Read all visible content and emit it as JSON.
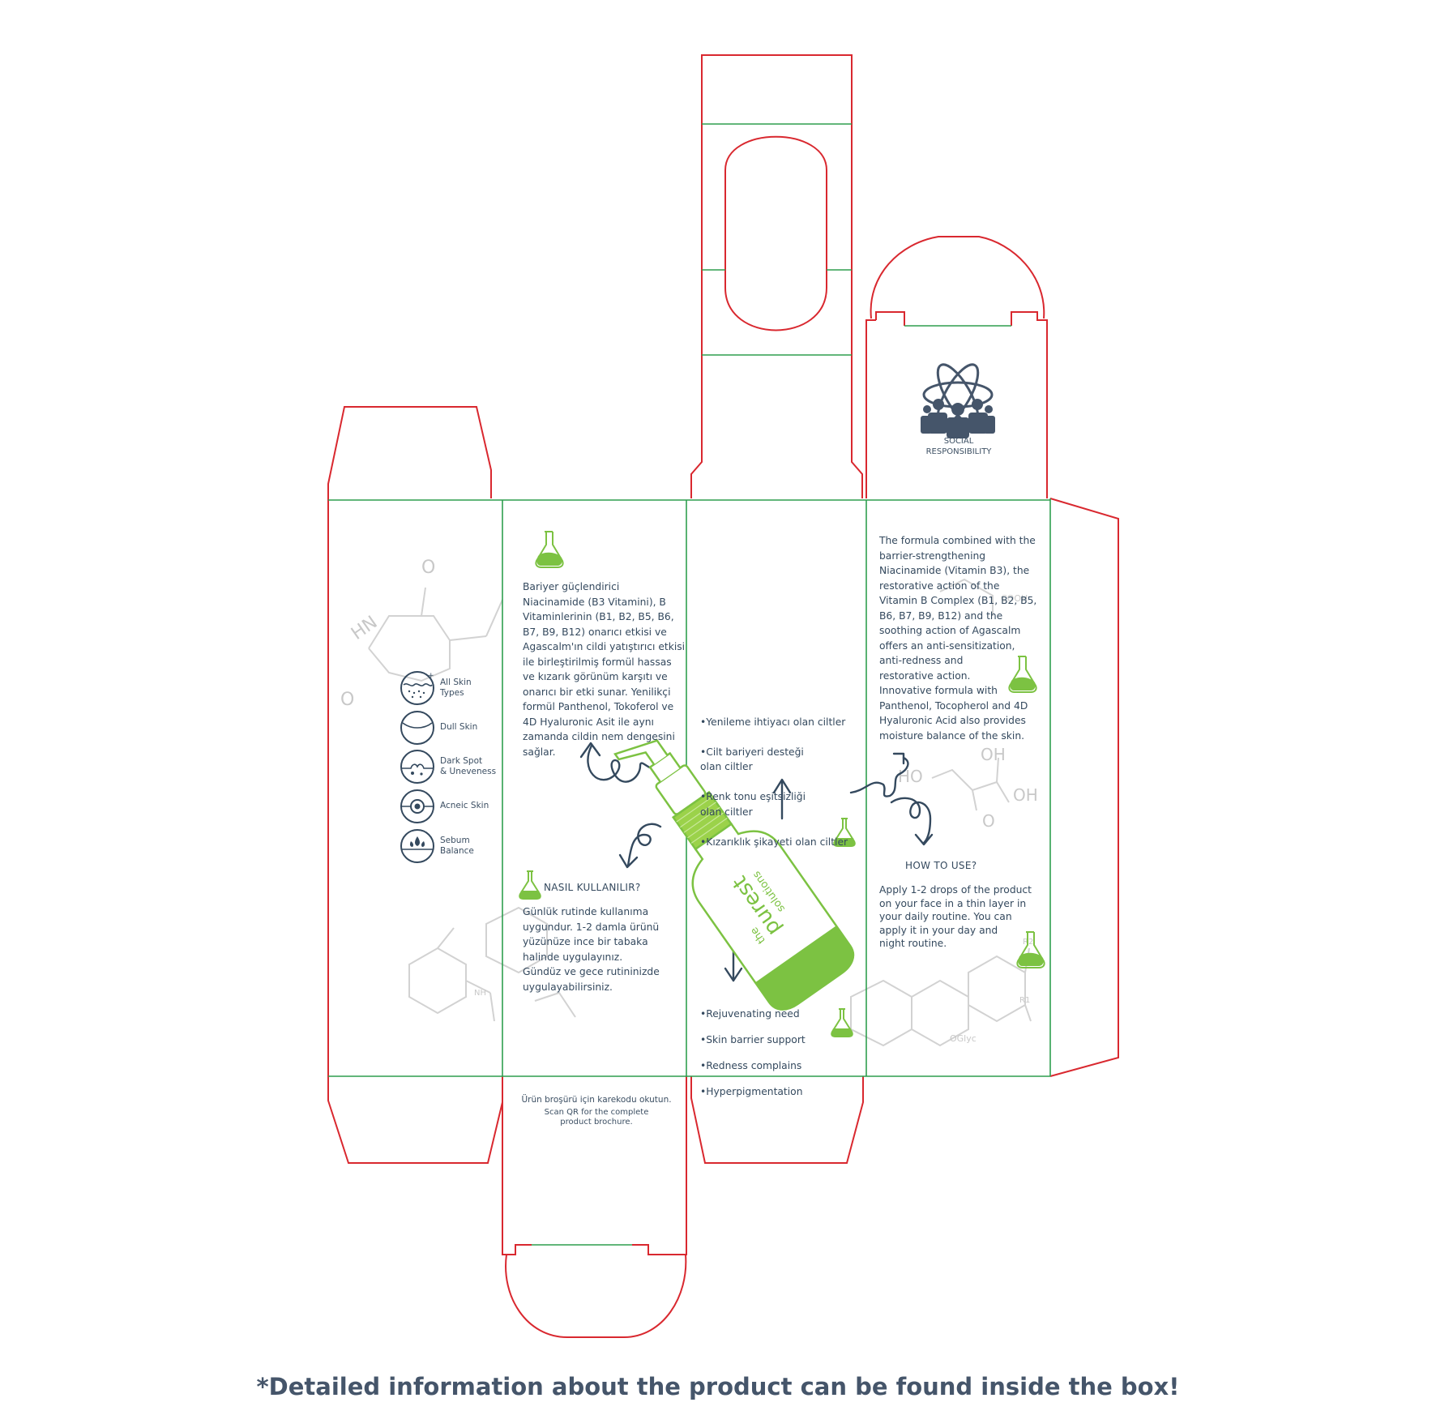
{
  "colors": {
    "cut_line": "#d9282f",
    "fold_line": "#2e9e4f",
    "ink": "#34495e",
    "accent_green": "#7cc242",
    "watermark": "#c8c8c8"
  },
  "left_panel": {
    "skin_types": [
      {
        "label": "All Skin\nTypes",
        "icon": "textured-skin-icon"
      },
      {
        "label": "Dull Skin",
        "icon": "dull-skin-icon"
      },
      {
        "label": "Dark Spot\n& Uneveness",
        "icon": "dark-spot-icon"
      },
      {
        "label": "Acneic Skin",
        "icon": "acne-icon"
      },
      {
        "label": "Sebum\nBalance",
        "icon": "sebum-icon"
      }
    ]
  },
  "turkish_panel": {
    "description": "Bariyer güçlendirici\nNiacinamide (B3 Vitamini), B\nVitaminlerinin (B1, B2, B5, B6,\nB7, B9, B12) onarıcı etkisi ve\nAgascalm'ın cildi yatıştırıcı etkisi\nile birleştirilmiş formül hassas\nve kızarık görünüm karşıtı ve\nonarıcı bir etki sunar. Yenilikçi\nformül Panthenol, Tokoferol ve\n4D Hyaluronic Asit ile aynı\nzamanda cildin nem dengesini\nsağlar.",
    "how_to_title": "NASIL KULLANILIR?",
    "how_to_text": "Günlük rutinde kullanıma\nuygundur. 1-2 damla ürünü\nyüzünüze ince bir tabaka\nhalinde uygulayınız.\nGündüz ve gece rutininizde\nuygulayabilirsiniz."
  },
  "bottom_flap": {
    "qr_tr": "Ürün broşürü için karekodu okutun.",
    "qr_en": "Scan QR for the complete\nproduct brochure."
  },
  "front_panel": {
    "bullets_tr": [
      "•Yenileme ihtiyacı olan ciltler",
      "•Cilt bariyeri desteği\nolan ciltler",
      "•Renk tonu eşitsizliği\nolan ciltler",
      "•Kızarıklık şikayeti olan ciltler"
    ],
    "bullets_en": [
      "•Rejuvenating need",
      "•Skin barrier support",
      "•Redness complains",
      "•Hyperpigmentation"
    ],
    "brand": {
      "line1": "the",
      "line2": "purest",
      "line3": "solutions"
    }
  },
  "top_lid": {
    "badge_label": "SOCIAL\nRESPONSIBILITY",
    "badge_icon": "atom-people-icon"
  },
  "english_panel": {
    "description": "The formula combined with the\nbarrier-strengthening\nNiacinamide (Vitamin B3), the\nrestorative action of the\nVitamin B Complex (B1, B2, B5,\nB6, B7, B9, B12) and the\nsoothing action of Agascalm\noffers an anti-sensitization,\nanti-redness and\nrestorative action.\nInnovative formula with\nPanthenol, Tocopherol and 4D\nHyaluronic Acid also provides\nmoisture balance of the skin.",
    "how_to_title": "HOW TO USE?",
    "how_to_text": "Apply 1-2 drops of the product\non your face in a thin layer in\nyour daily routine. You can\napply it in your day and\nnight routine."
  },
  "chemistry_labels": {
    "hn": "HN",
    "o1": "O",
    "o2": "O",
    "o3": "O",
    "oh1": "OH",
    "oh2": "OH",
    "ho": "HO",
    "nh": "NH",
    "oglyc": "OGlyc",
    "r1": "R1",
    "r2": "R2",
    "cooh": "COOH"
  },
  "footer_note": "*Detailed information about the product can be found inside the box!"
}
